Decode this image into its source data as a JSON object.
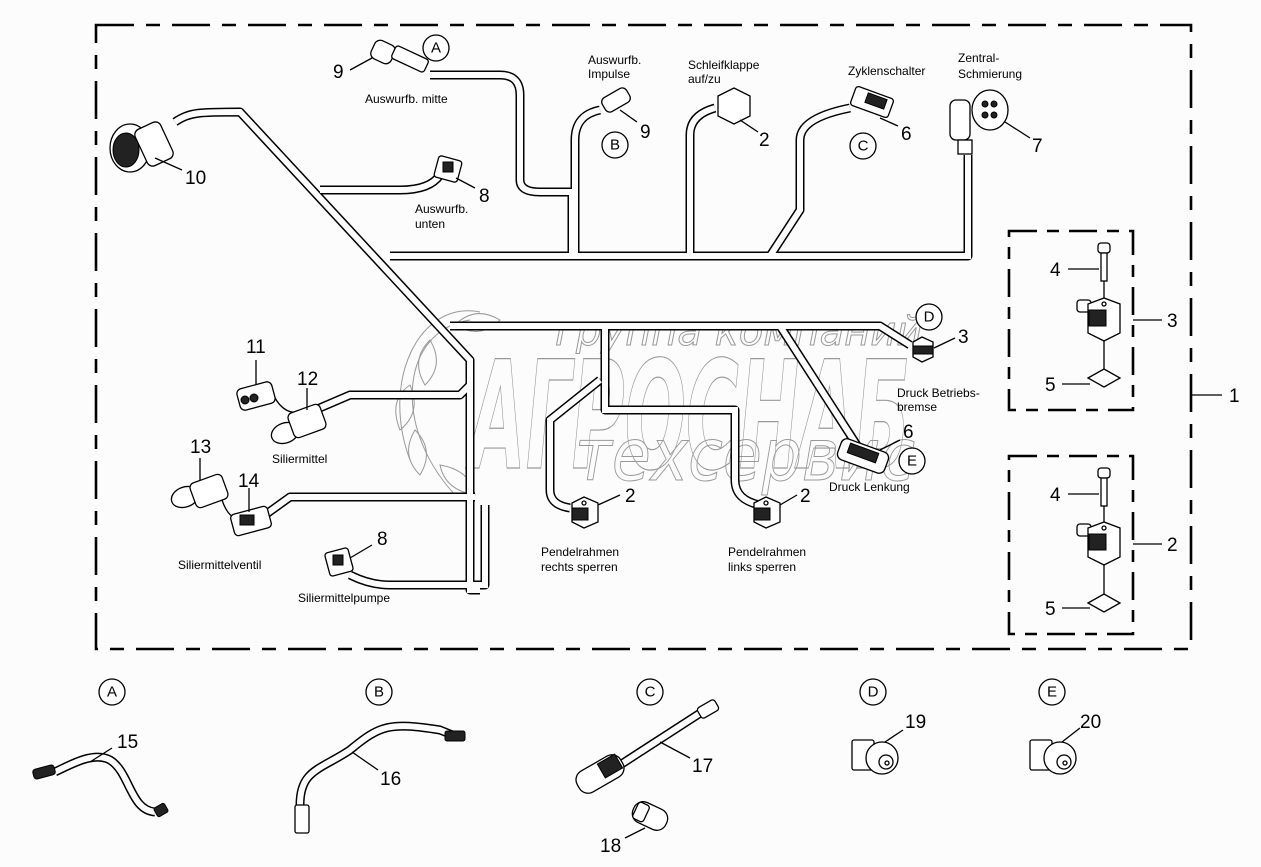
{
  "diagram": {
    "title": "Wire harness parts diagram",
    "watermark": {
      "line1": "группа компаний",
      "line2": "АГРОСНАБ",
      "line3": "техсервис"
    },
    "main_assembly": {
      "callout": "1"
    },
    "connectors": [
      {
        "id": "c9a",
        "callout": "9",
        "letter": "A",
        "label": "Auswurfb. mitte"
      },
      {
        "id": "c9b",
        "callout": "9",
        "letter": "B",
        "label": "Auswurfb. Impulse"
      },
      {
        "id": "c2a",
        "callout": "2",
        "label": "Schleifklappe auf/zu"
      },
      {
        "id": "c6a",
        "callout": "6",
        "letter": "C",
        "label": "Zyklenschalter"
      },
      {
        "id": "c7",
        "callout": "7",
        "label": "Zentral-Schmierung"
      },
      {
        "id": "c10",
        "callout": "10",
        "label": ""
      },
      {
        "id": "c8a",
        "callout": "8",
        "label": "Auswurfb. unten"
      },
      {
        "id": "c3",
        "callout": "3",
        "letter": "D",
        "label": "Druck Betriebs-bremse"
      },
      {
        "id": "c6b",
        "callout": "6",
        "letter": "E",
        "label": "Druck Lenkung"
      },
      {
        "id": "c11",
        "callout": "11",
        "label": ""
      },
      {
        "id": "c12",
        "callout": "12",
        "label": "Siliermittel"
      },
      {
        "id": "c13",
        "callout": "13",
        "label": ""
      },
      {
        "id": "c14",
        "callout": "14",
        "label": "Siliermittelventil"
      },
      {
        "id": "c8b",
        "callout": "8",
        "label": "Siliermittelpumpe"
      },
      {
        "id": "c2b",
        "callout": "2",
        "label": "Pendelrahmen rechts sperren"
      },
      {
        "id": "c2c",
        "callout": "2",
        "label": "Pendelrahmen links sperren"
      }
    ],
    "labels": {
      "auswurfb_mitte": "Auswurfb. mitte",
      "auswurfb_impulse_1": "Auswurfb.",
      "auswurfb_impulse_2": "Impulse",
      "schleifklappe_1": "Schleifklappe",
      "schleifklappe_2": "auf/zu",
      "zyklenschalter": "Zyklenschalter",
      "zentral_1": "Zentral-",
      "zentral_2": "Schmierung",
      "auswurfb_unten_1": "Auswurfb.",
      "auswurfb_unten_2": "unten",
      "druck_betriebs_1": "Druck Betriebs-",
      "druck_betriebs_2": "bremse",
      "druck_lenkung": "Druck Lenkung",
      "siliermittel": "Siliermittel",
      "siliermittelventil": "Siliermittelventil",
      "siliermittelpumpe": "Siliermittelpumpe",
      "pendel_rechts_1": "Pendelrahmen",
      "pendel_rechts_2": "rechts sperren",
      "pendel_links_1": "Pendelrahmen",
      "pendel_links_2": "links sperren"
    },
    "callouts": {
      "n1": "1",
      "n2": "2",
      "n3": "3",
      "n4": "4",
      "n5": "5",
      "n6": "6",
      "n7": "7",
      "n8": "8",
      "n9": "9",
      "n10": "10",
      "n11": "11",
      "n12": "12",
      "n13": "13",
      "n14": "14",
      "n15": "15",
      "n16": "16",
      "n17": "17",
      "n18": "18",
      "n19": "19",
      "n20": "20"
    },
    "letters": {
      "A": "A",
      "B": "B",
      "C": "C",
      "D": "D",
      "E": "E"
    },
    "sub_assemblies": [
      {
        "callout": "3",
        "parts": [
          {
            "callout": "4",
            "name": "bolt"
          },
          {
            "callout": "5",
            "name": "seal"
          }
        ]
      },
      {
        "callout": "2",
        "parts": [
          {
            "callout": "4",
            "name": "bolt"
          },
          {
            "callout": "5",
            "name": "seal"
          }
        ]
      }
    ],
    "detail_views": [
      {
        "letter": "A",
        "callout": "15",
        "name": "adapter-cable"
      },
      {
        "letter": "B",
        "callout": "16",
        "name": "adapter-cable"
      },
      {
        "letter": "C",
        "callouts": [
          "17",
          "18"
        ],
        "name": "cable-and-plug"
      },
      {
        "letter": "D",
        "callout": "19",
        "name": "pressure-switch"
      },
      {
        "letter": "E",
        "callout": "20",
        "name": "pressure-switch"
      }
    ]
  }
}
